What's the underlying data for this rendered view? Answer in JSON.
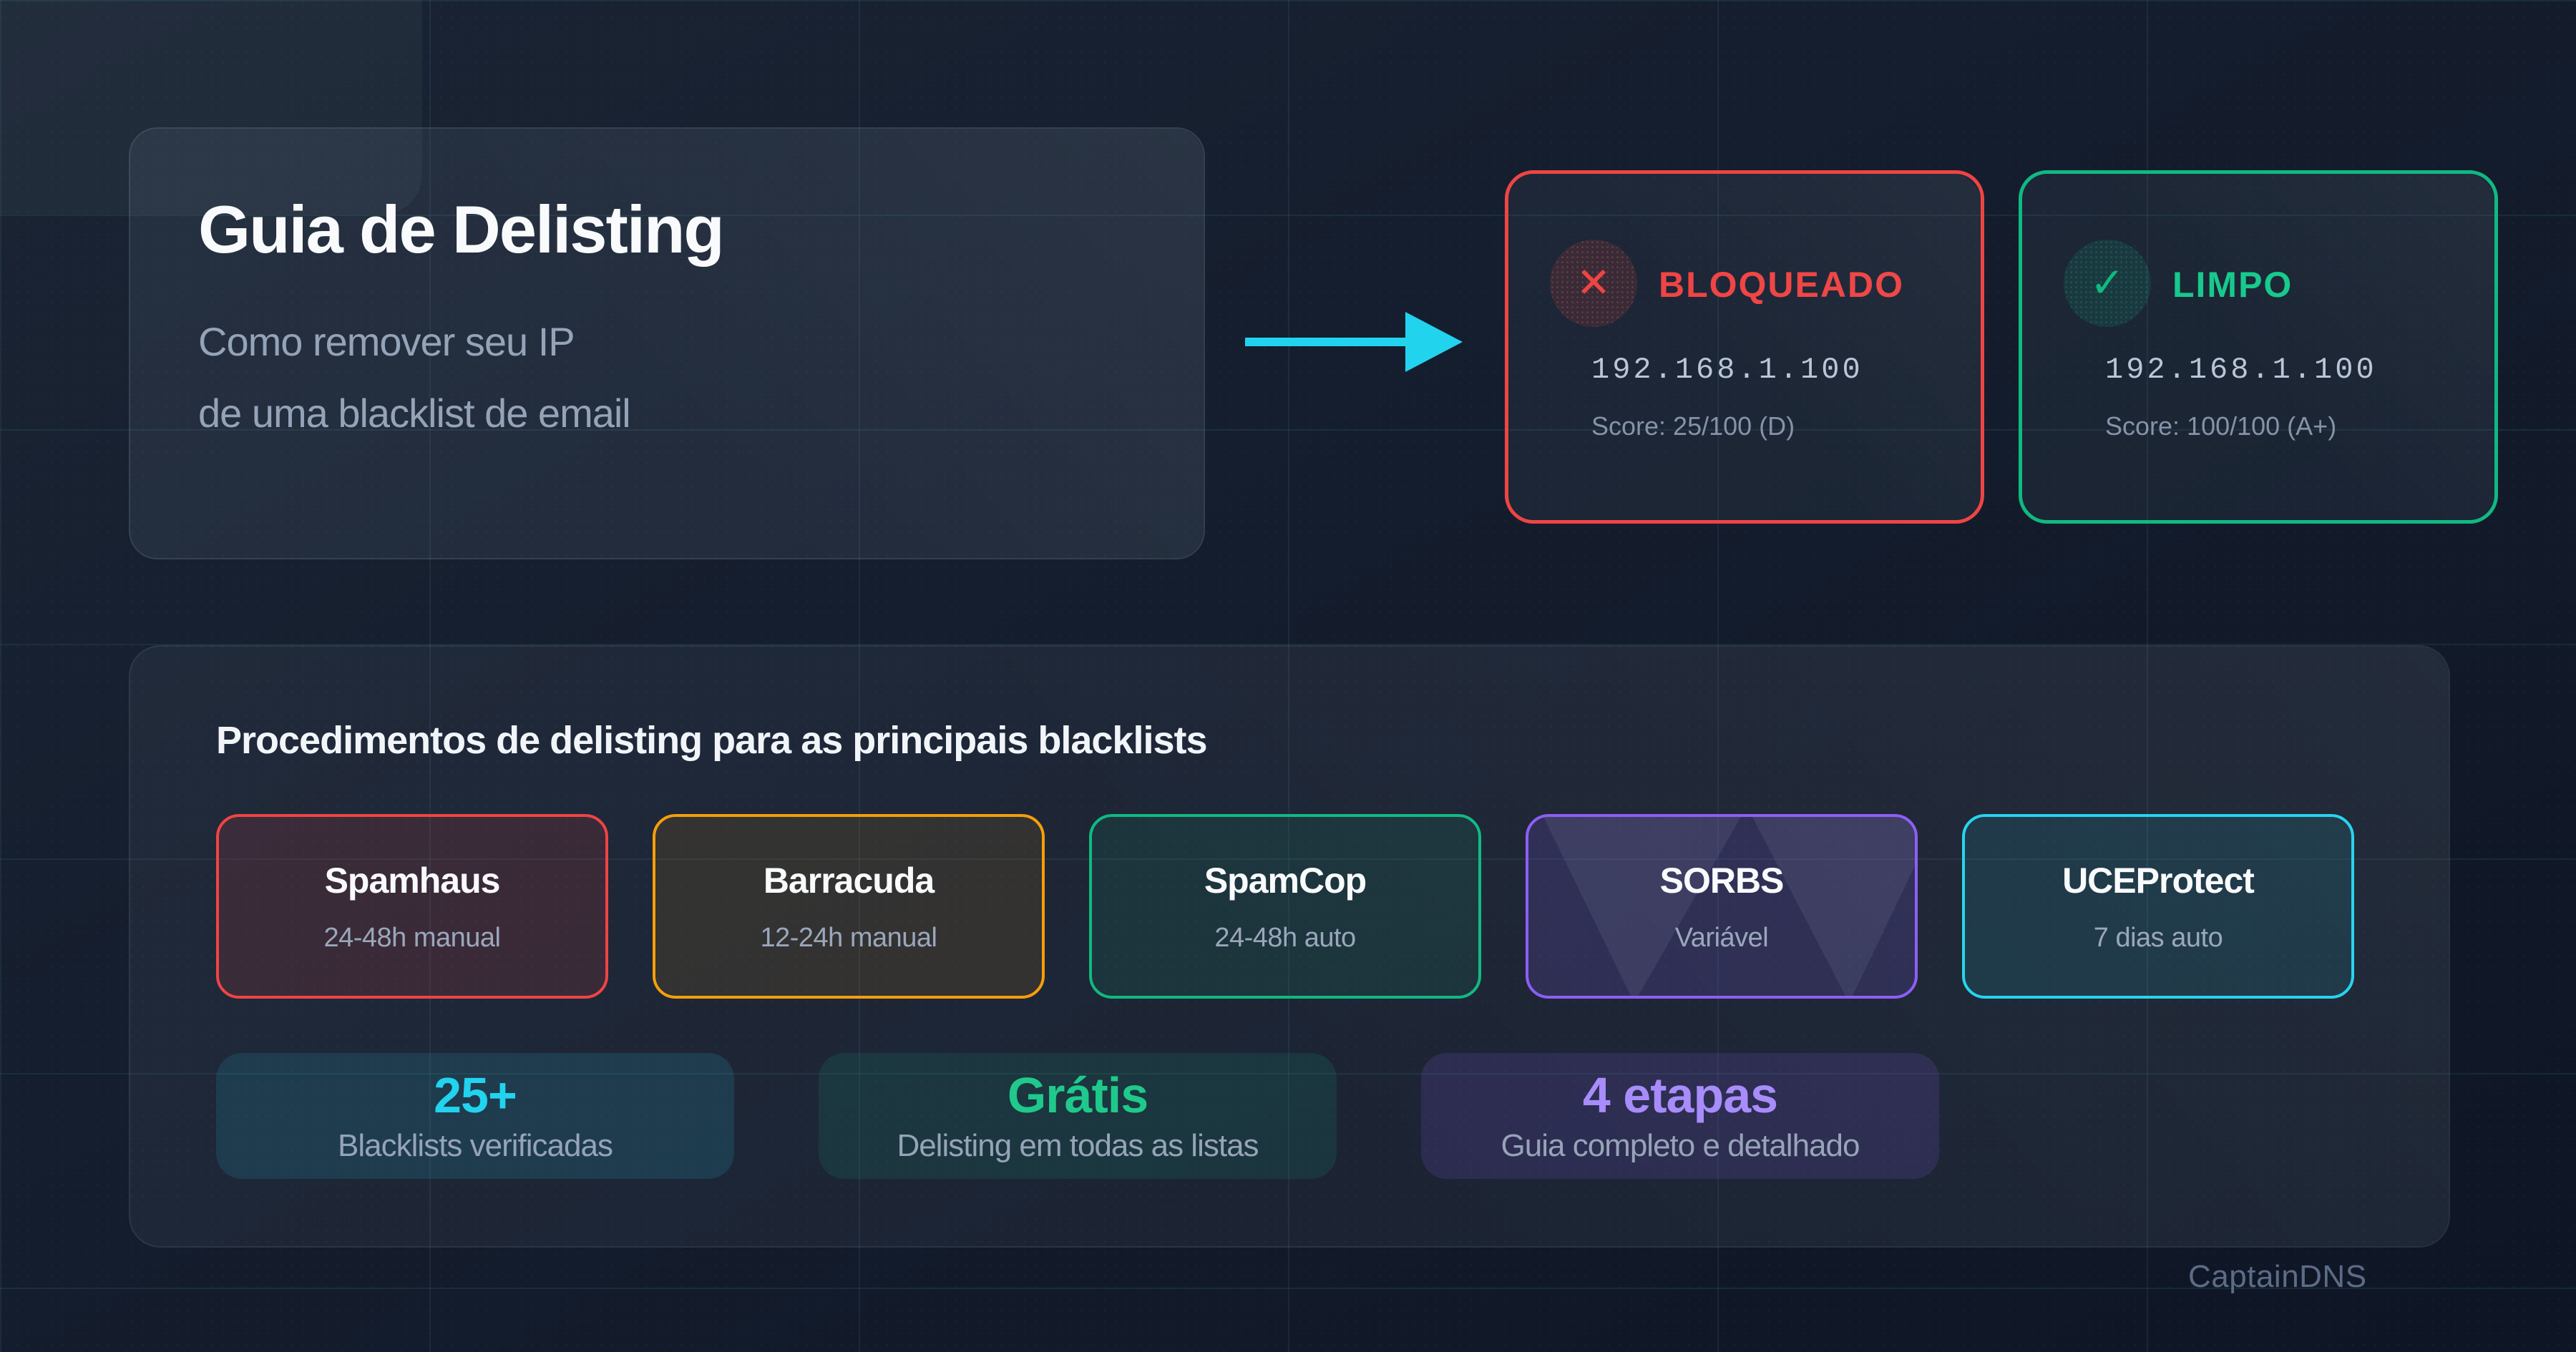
{
  "hero": {
    "title": "Guia de Delisting",
    "subtitle_line1": "Como remover seu IP",
    "subtitle_line2": "de uma blacklist de email"
  },
  "status_cards": {
    "blocked": {
      "label": "BLOQUEADO",
      "icon": "x-icon",
      "icon_glyph": "✕",
      "ip": "192.168.1.100",
      "score": "Score: 25/100 (D)",
      "color": "#ef4444"
    },
    "clean": {
      "label": "LIMPO",
      "icon": "check-icon",
      "icon_glyph": "✓",
      "ip": "192.168.1.100",
      "score": "Score: 100/100 (A+)",
      "color": "#10b981"
    }
  },
  "procedures": {
    "title": "Procedimentos de delisting para as principais blacklists",
    "blacklists": [
      {
        "name": "Spamhaus",
        "time": "24-48h manual",
        "color": "#ef4444"
      },
      {
        "name": "Barracuda",
        "time": "12-24h manual",
        "color": "#f59e0b"
      },
      {
        "name": "SpamCop",
        "time": "24-48h auto",
        "color": "#10b981"
      },
      {
        "name": "SORBS",
        "time": "Variável",
        "color": "#8b5cf6"
      },
      {
        "name": "UCEProtect",
        "time": "7 dias auto",
        "color": "#22d3ee"
      }
    ],
    "stats": [
      {
        "value": "25+",
        "label": "Blacklists verificadas",
        "color": "#22d3ee"
      },
      {
        "value": "Grátis",
        "label": "Delisting em todas as listas",
        "color": "#1fc98c"
      },
      {
        "value": "4 etapas",
        "label": "Guia completo e detalhado",
        "color": "#a78bfa"
      }
    ]
  },
  "footer": {
    "brand": "CaptainDNS"
  },
  "colors": {
    "background": "#131b2a",
    "arrow": "#22d3ee",
    "red": "#ef4444",
    "green": "#10b981",
    "amber": "#f59e0b",
    "purple": "#8b5cf6",
    "cyan": "#22d3ee",
    "muted_text": "#94a3b8"
  }
}
